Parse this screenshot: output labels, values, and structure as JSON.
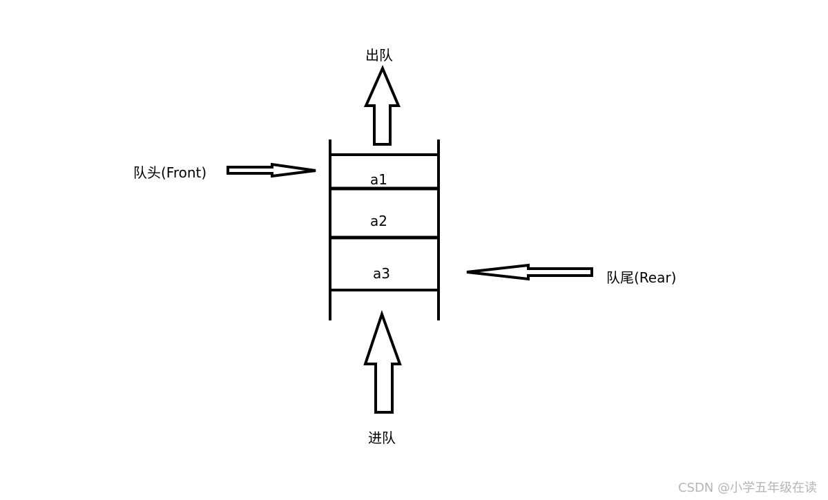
{
  "labels": {
    "dequeue": "出队",
    "enqueue": "进队",
    "front": "队头(Front)",
    "rear": "队尾(Rear)"
  },
  "cells": [
    "a1",
    "a2",
    "a3"
  ],
  "watermark": "CSDN @小学五年级在读",
  "colors": {
    "stroke": "#000000",
    "background": "#ffffff",
    "watermark": "#b5b5b5"
  }
}
